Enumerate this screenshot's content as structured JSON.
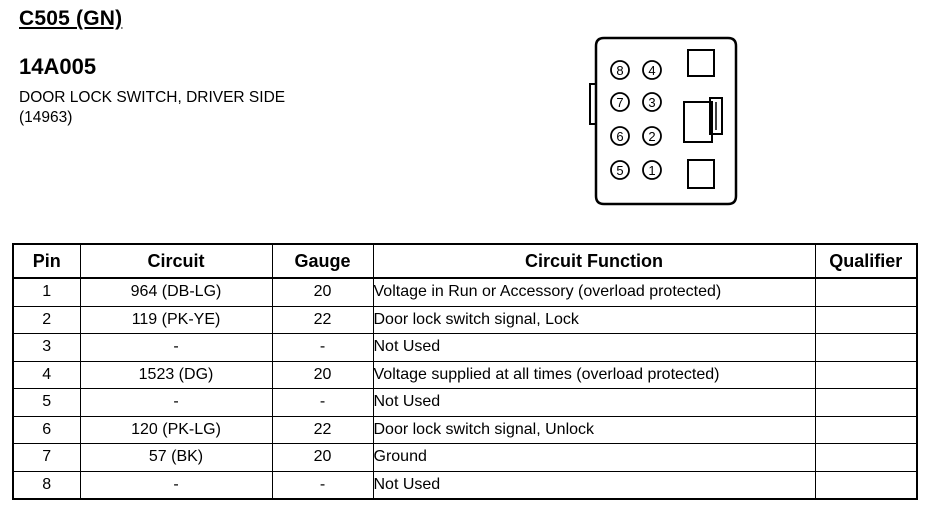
{
  "header": {
    "connector_id": "C505 (GN)",
    "part_number": "14A005",
    "description_line1": "DOOR LOCK SWITCH, DRIVER SIDE",
    "description_line2": "(14963)"
  },
  "connector_diagram": {
    "pin_labels": {
      "p1": "1",
      "p2": "2",
      "p3": "3",
      "p4": "4",
      "p5": "5",
      "p6": "6",
      "p7": "7",
      "p8": "8"
    }
  },
  "table": {
    "headers": {
      "pin": "Pin",
      "circuit": "Circuit",
      "gauge": "Gauge",
      "function": "Circuit Function",
      "qualifier": "Qualifier"
    },
    "rows": [
      {
        "pin": "1",
        "circuit": "964 (DB-LG)",
        "gauge": "20",
        "function": "Voltage in Run or Accessory (overload protected)",
        "qualifier": ""
      },
      {
        "pin": "2",
        "circuit": "119 (PK-YE)",
        "gauge": "22",
        "function": "Door lock switch signal, Lock",
        "qualifier": ""
      },
      {
        "pin": "3",
        "circuit": "-",
        "gauge": "-",
        "function": "Not Used",
        "qualifier": ""
      },
      {
        "pin": "4",
        "circuit": "1523 (DG)",
        "gauge": "20",
        "function": "Voltage supplied at all times (overload protected)",
        "qualifier": ""
      },
      {
        "pin": "5",
        "circuit": "-",
        "gauge": "-",
        "function": "Not Used",
        "qualifier": ""
      },
      {
        "pin": "6",
        "circuit": "120 (PK-LG)",
        "gauge": "22",
        "function": "Door lock switch signal, Unlock",
        "qualifier": ""
      },
      {
        "pin": "7",
        "circuit": "57 (BK)",
        "gauge": "20",
        "function": "Ground",
        "qualifier": ""
      },
      {
        "pin": "8",
        "circuit": "-",
        "gauge": "-",
        "function": "Not Used",
        "qualifier": ""
      }
    ]
  }
}
